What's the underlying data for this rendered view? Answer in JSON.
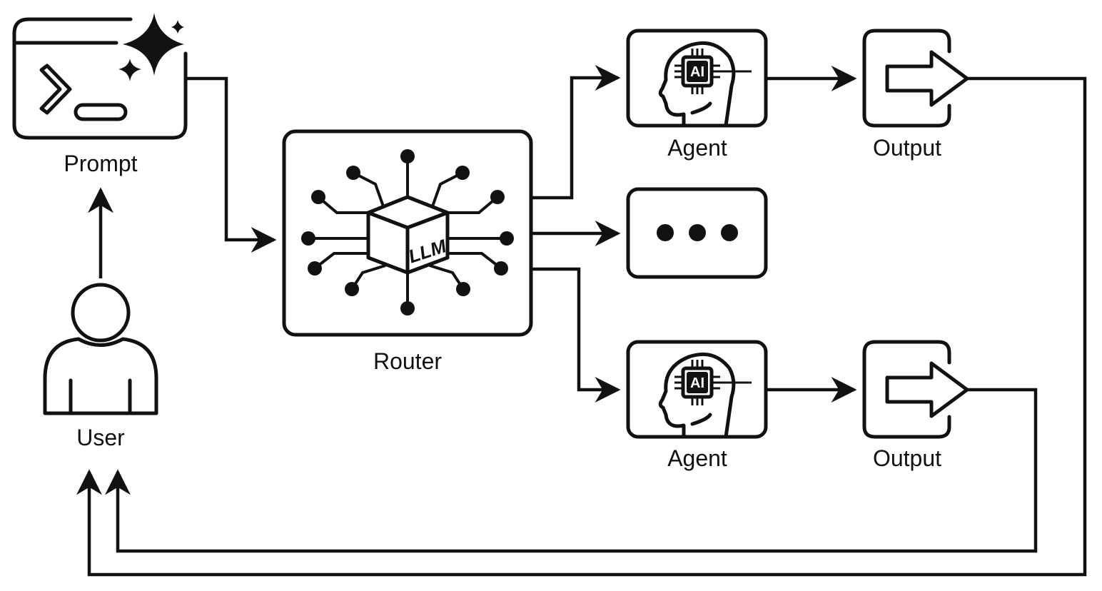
{
  "diagram": {
    "title": "LLM Router multi-agent flow",
    "colors": {
      "ink": "#111111",
      "background": "#ffffff"
    },
    "nodes": {
      "prompt": {
        "label": "Prompt",
        "icon": "terminal-sparkle-icon"
      },
      "user": {
        "label": "User",
        "icon": "user-icon"
      },
      "router": {
        "label": "Router",
        "icon": "llm-network-cube-icon",
        "chip_text": "LLM"
      },
      "agent_top": {
        "label": "Agent",
        "icon": "ai-head-icon",
        "chip_text": "AI"
      },
      "more": {
        "label": "",
        "icon": "ellipsis-icon"
      },
      "agent_bottom": {
        "label": "Agent",
        "icon": "ai-head-icon",
        "chip_text": "AI"
      },
      "output_top": {
        "label": "Output",
        "icon": "output-arrow-icon"
      },
      "output_bottom": {
        "label": "Output",
        "icon": "output-arrow-icon"
      }
    },
    "edges": [
      {
        "from": "user",
        "to": "prompt"
      },
      {
        "from": "prompt",
        "to": "router"
      },
      {
        "from": "router",
        "to": "agent_top"
      },
      {
        "from": "router",
        "to": "more"
      },
      {
        "from": "router",
        "to": "agent_bottom"
      },
      {
        "from": "agent_top",
        "to": "output_top"
      },
      {
        "from": "agent_bottom",
        "to": "output_bottom"
      },
      {
        "from": "output_top",
        "to": "user"
      },
      {
        "from": "output_bottom",
        "to": "user"
      }
    ]
  }
}
